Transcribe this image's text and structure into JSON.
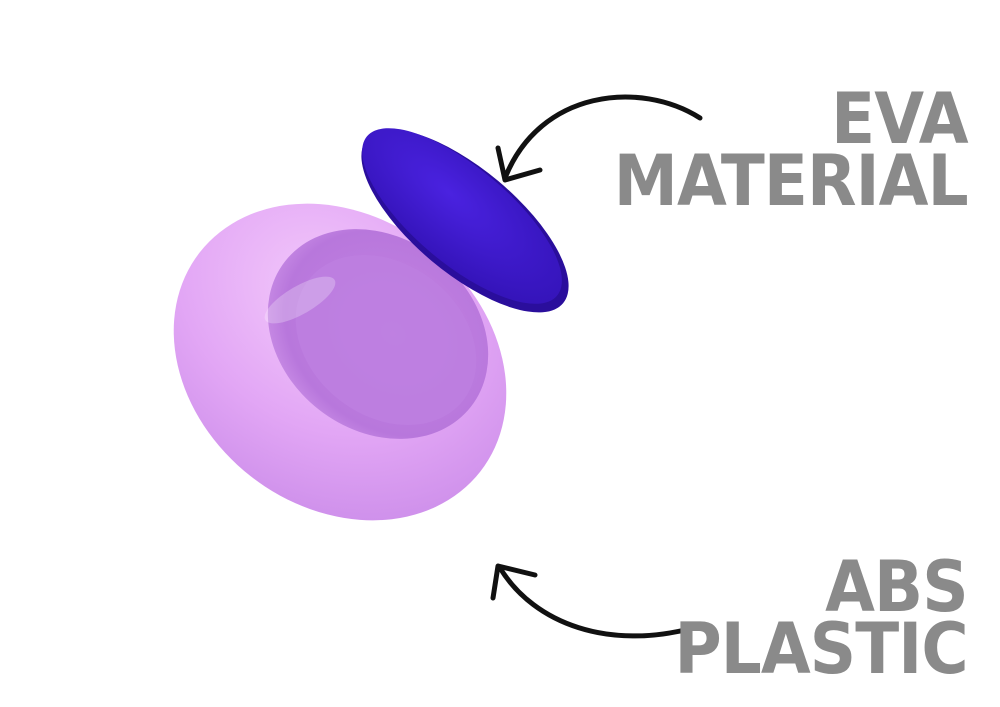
{
  "labels": {
    "top": {
      "line1": "EVA",
      "line2": "MATERIAL"
    },
    "bottom": {
      "line1": "ABS",
      "line2": "PLASTIC"
    }
  },
  "colors": {
    "label_text": "#8a8a8a",
    "insert_disc": "#3a17c9",
    "outer_shell": "#dca0f2",
    "arrow": "#111111",
    "background": "#ffffff"
  }
}
